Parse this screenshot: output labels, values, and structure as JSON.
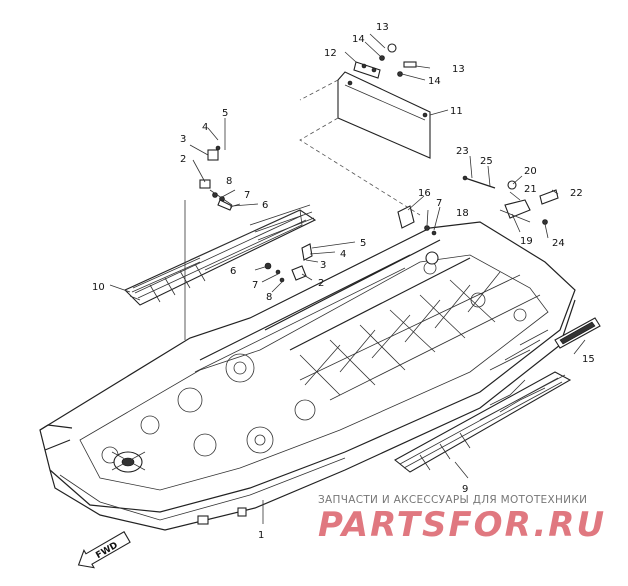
{
  "callouts": [
    {
      "id": "c1",
      "label": "1"
    },
    {
      "id": "c2a",
      "label": "2"
    },
    {
      "id": "c2b",
      "label": "2"
    },
    {
      "id": "c3a",
      "label": "3"
    },
    {
      "id": "c3b",
      "label": "3"
    },
    {
      "id": "c4a",
      "label": "4"
    },
    {
      "id": "c4b",
      "label": "4"
    },
    {
      "id": "c5a",
      "label": "5"
    },
    {
      "id": "c5b",
      "label": "5"
    },
    {
      "id": "c6a",
      "label": "6"
    },
    {
      "id": "c6b",
      "label": "6"
    },
    {
      "id": "c7a",
      "label": "7"
    },
    {
      "id": "c7b",
      "label": "7"
    },
    {
      "id": "c7c",
      "label": "7"
    },
    {
      "id": "c8a",
      "label": "8"
    },
    {
      "id": "c8b",
      "label": "8"
    },
    {
      "id": "c9",
      "label": "9"
    },
    {
      "id": "c10",
      "label": "10"
    },
    {
      "id": "c11",
      "label": "11"
    },
    {
      "id": "c12",
      "label": "12"
    },
    {
      "id": "c13a",
      "label": "13"
    },
    {
      "id": "c13b",
      "label": "13"
    },
    {
      "id": "c14a",
      "label": "14"
    },
    {
      "id": "c14b",
      "label": "14"
    },
    {
      "id": "c15",
      "label": "15"
    },
    {
      "id": "c16",
      "label": "16"
    },
    {
      "id": "c18",
      "label": "18"
    },
    {
      "id": "c19",
      "label": "19"
    },
    {
      "id": "c20",
      "label": "20"
    },
    {
      "id": "c21",
      "label": "21"
    },
    {
      "id": "c22",
      "label": "22"
    },
    {
      "id": "c23",
      "label": "23"
    },
    {
      "id": "c24",
      "label": "24"
    },
    {
      "id": "c25",
      "label": "25"
    }
  ],
  "fwd_label": "FWD",
  "watermark": {
    "tagline": "ЗАПЧАСТИ И АКСЕССУАРЫ ДЛЯ МОТОТЕХНИКИ",
    "logo": "PARTSFOR.RU"
  }
}
